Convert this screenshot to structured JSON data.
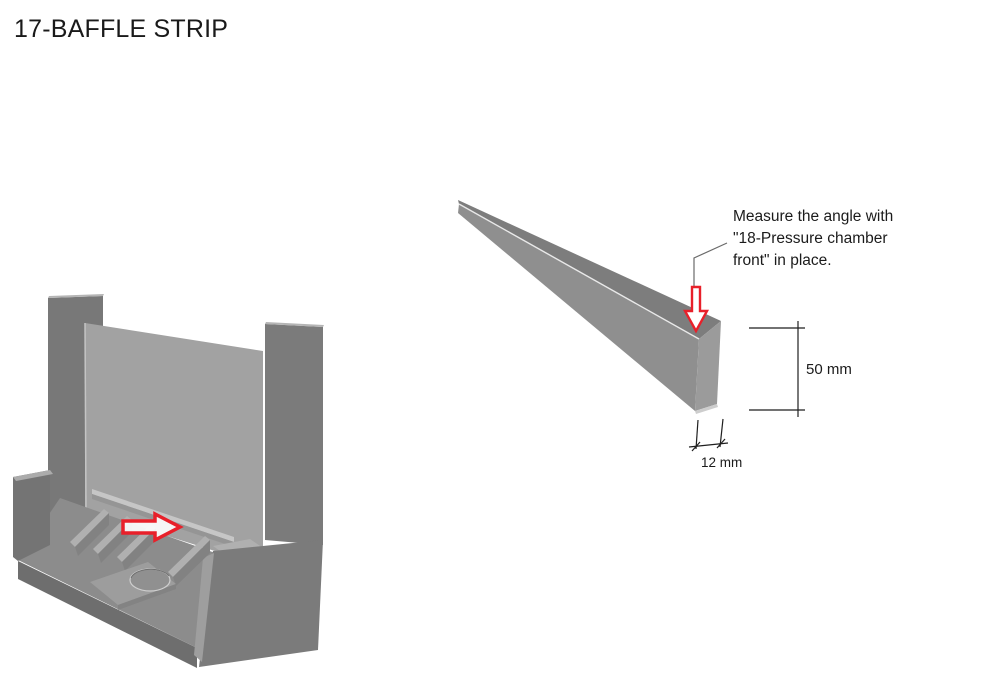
{
  "page": {
    "title": "17-BAFFLE STRIP"
  },
  "strip_figure": {
    "annotation_lines": [
      "Measure the angle with",
      "\"18-Pressure chamber",
      "front\" in place."
    ],
    "dimensions": {
      "height": "50 mm",
      "thickness": "12 mm"
    }
  },
  "colors": {
    "arrow_red": "#e8202a",
    "panel_gray": "#a2a2a2",
    "part_front_gray": "#8f8f8f",
    "part_top_gray": "#7d7d7d",
    "dim_line": "#1f1f1f",
    "leader_line": "#6a6a6a",
    "text": "#1b1b1b"
  }
}
